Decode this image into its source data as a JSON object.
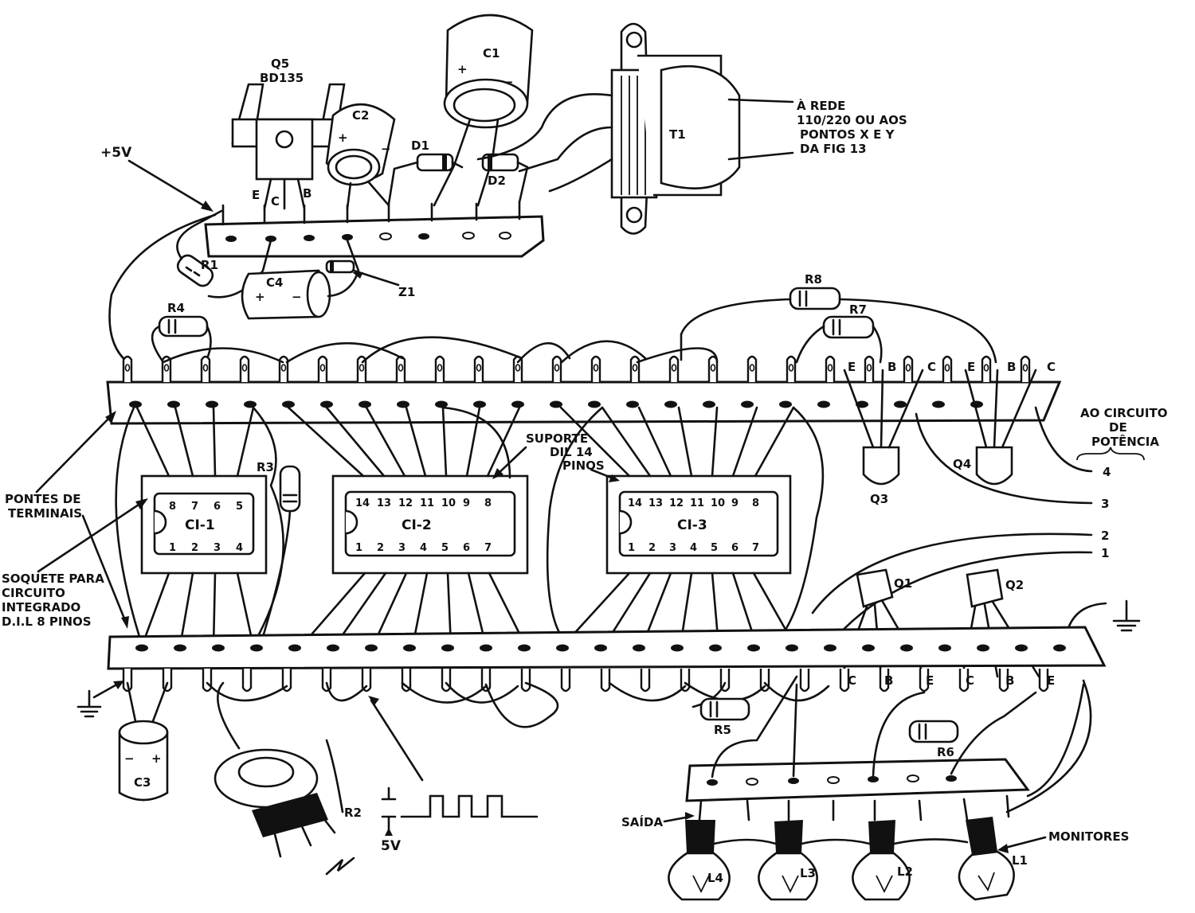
{
  "colors": {
    "ink": "#111111",
    "paper": "#ffffff"
  },
  "labels": {
    "q5": "Q5",
    "bd135": "BD135",
    "c1": "C1",
    "c2": "C2",
    "c3": "C3",
    "c4": "C4",
    "t1": "T1",
    "d1": "D1",
    "d2": "D2",
    "z1": "Z1",
    "r1": "R1",
    "r2": "R2",
    "r3": "R3",
    "r4": "R4",
    "r5": "R5",
    "r6": "R6",
    "r7": "R7",
    "r8": "R8",
    "plus5v": "+5V",
    "rede_line1": "À REDE",
    "rede_line2": "110/220 OU AOS",
    "rede_line3": "PONTOS X E Y",
    "rede_line4": "DA FIG 13",
    "ci1": "CI-1",
    "ci2": "CI-2",
    "ci3": "CI-3",
    "suporte_line1": "SUPORTE",
    "suporte_line2": "DIL 14",
    "suporte_line3": "PINOS",
    "pontes_line1": "PONTES DE",
    "pontes_line2": "TERMINAIS",
    "soquete_line1": "SOQUETE PARA",
    "soquete_line2": "CIRCUITO",
    "soquete_line3": "INTEGRADO",
    "soquete_line4": "D.I.L 8 PINOS",
    "ao_line1": "AO CIRCUITO",
    "ao_line2": "DE",
    "ao_line3": "POTÊNCIA",
    "q1": "Q1",
    "q2": "Q2",
    "q3": "Q3",
    "q4": "Q4",
    "saida": "SAÍDA",
    "monitores": "MONITORES",
    "l1": "L1",
    "l2": "L2",
    "l3": "L3",
    "l4": "L4",
    "five_v": "5V",
    "pin_e": "E",
    "pin_b": "B",
    "pin_c": "C",
    "out1": "1",
    "out2": "2",
    "out3": "3",
    "out4": "4"
  }
}
